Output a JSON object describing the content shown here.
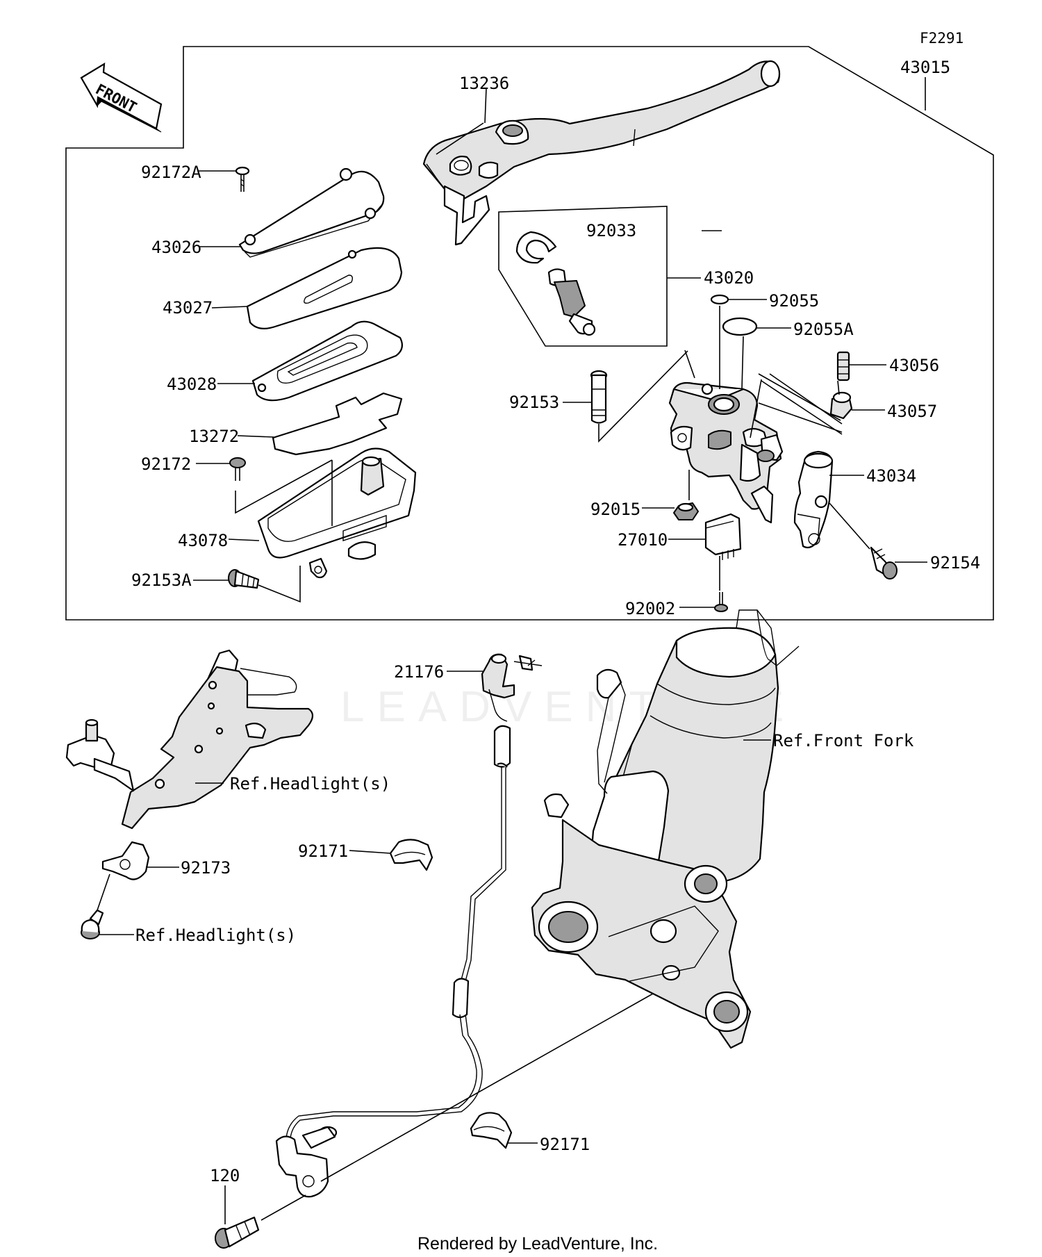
{
  "figure_code": "F2291",
  "front_arrow": "FRONT",
  "footer": "Rendered by LeadVenture, Inc.",
  "watermark": "LEADVENTURE",
  "part_labels": {
    "p43015": "43015",
    "p13236": "13236",
    "p92172A": "92172A",
    "p43026": "43026",
    "p43027": "43027",
    "p43028": "43028",
    "p13272": "13272",
    "p92172": "92172",
    "p43078": "43078",
    "p92153A": "92153A",
    "p92033": "92033",
    "p43020": "43020",
    "p92055": "92055",
    "p92055A": "92055A",
    "p43056": "43056",
    "p43057": "43057",
    "p92153": "92153",
    "p43034": "43034",
    "p92015": "92015",
    "p27010": "27010",
    "p92154": "92154",
    "p92002": "92002",
    "p21176": "21176",
    "ref_front_fork": "Ref.Front Fork",
    "ref_headlight_1": "Ref.Headlight(s)",
    "p92173": "92173",
    "p92171_a": "92171",
    "ref_headlight_2": "Ref.Headlight(s)",
    "p92171_b": "92171",
    "p120": "120"
  }
}
